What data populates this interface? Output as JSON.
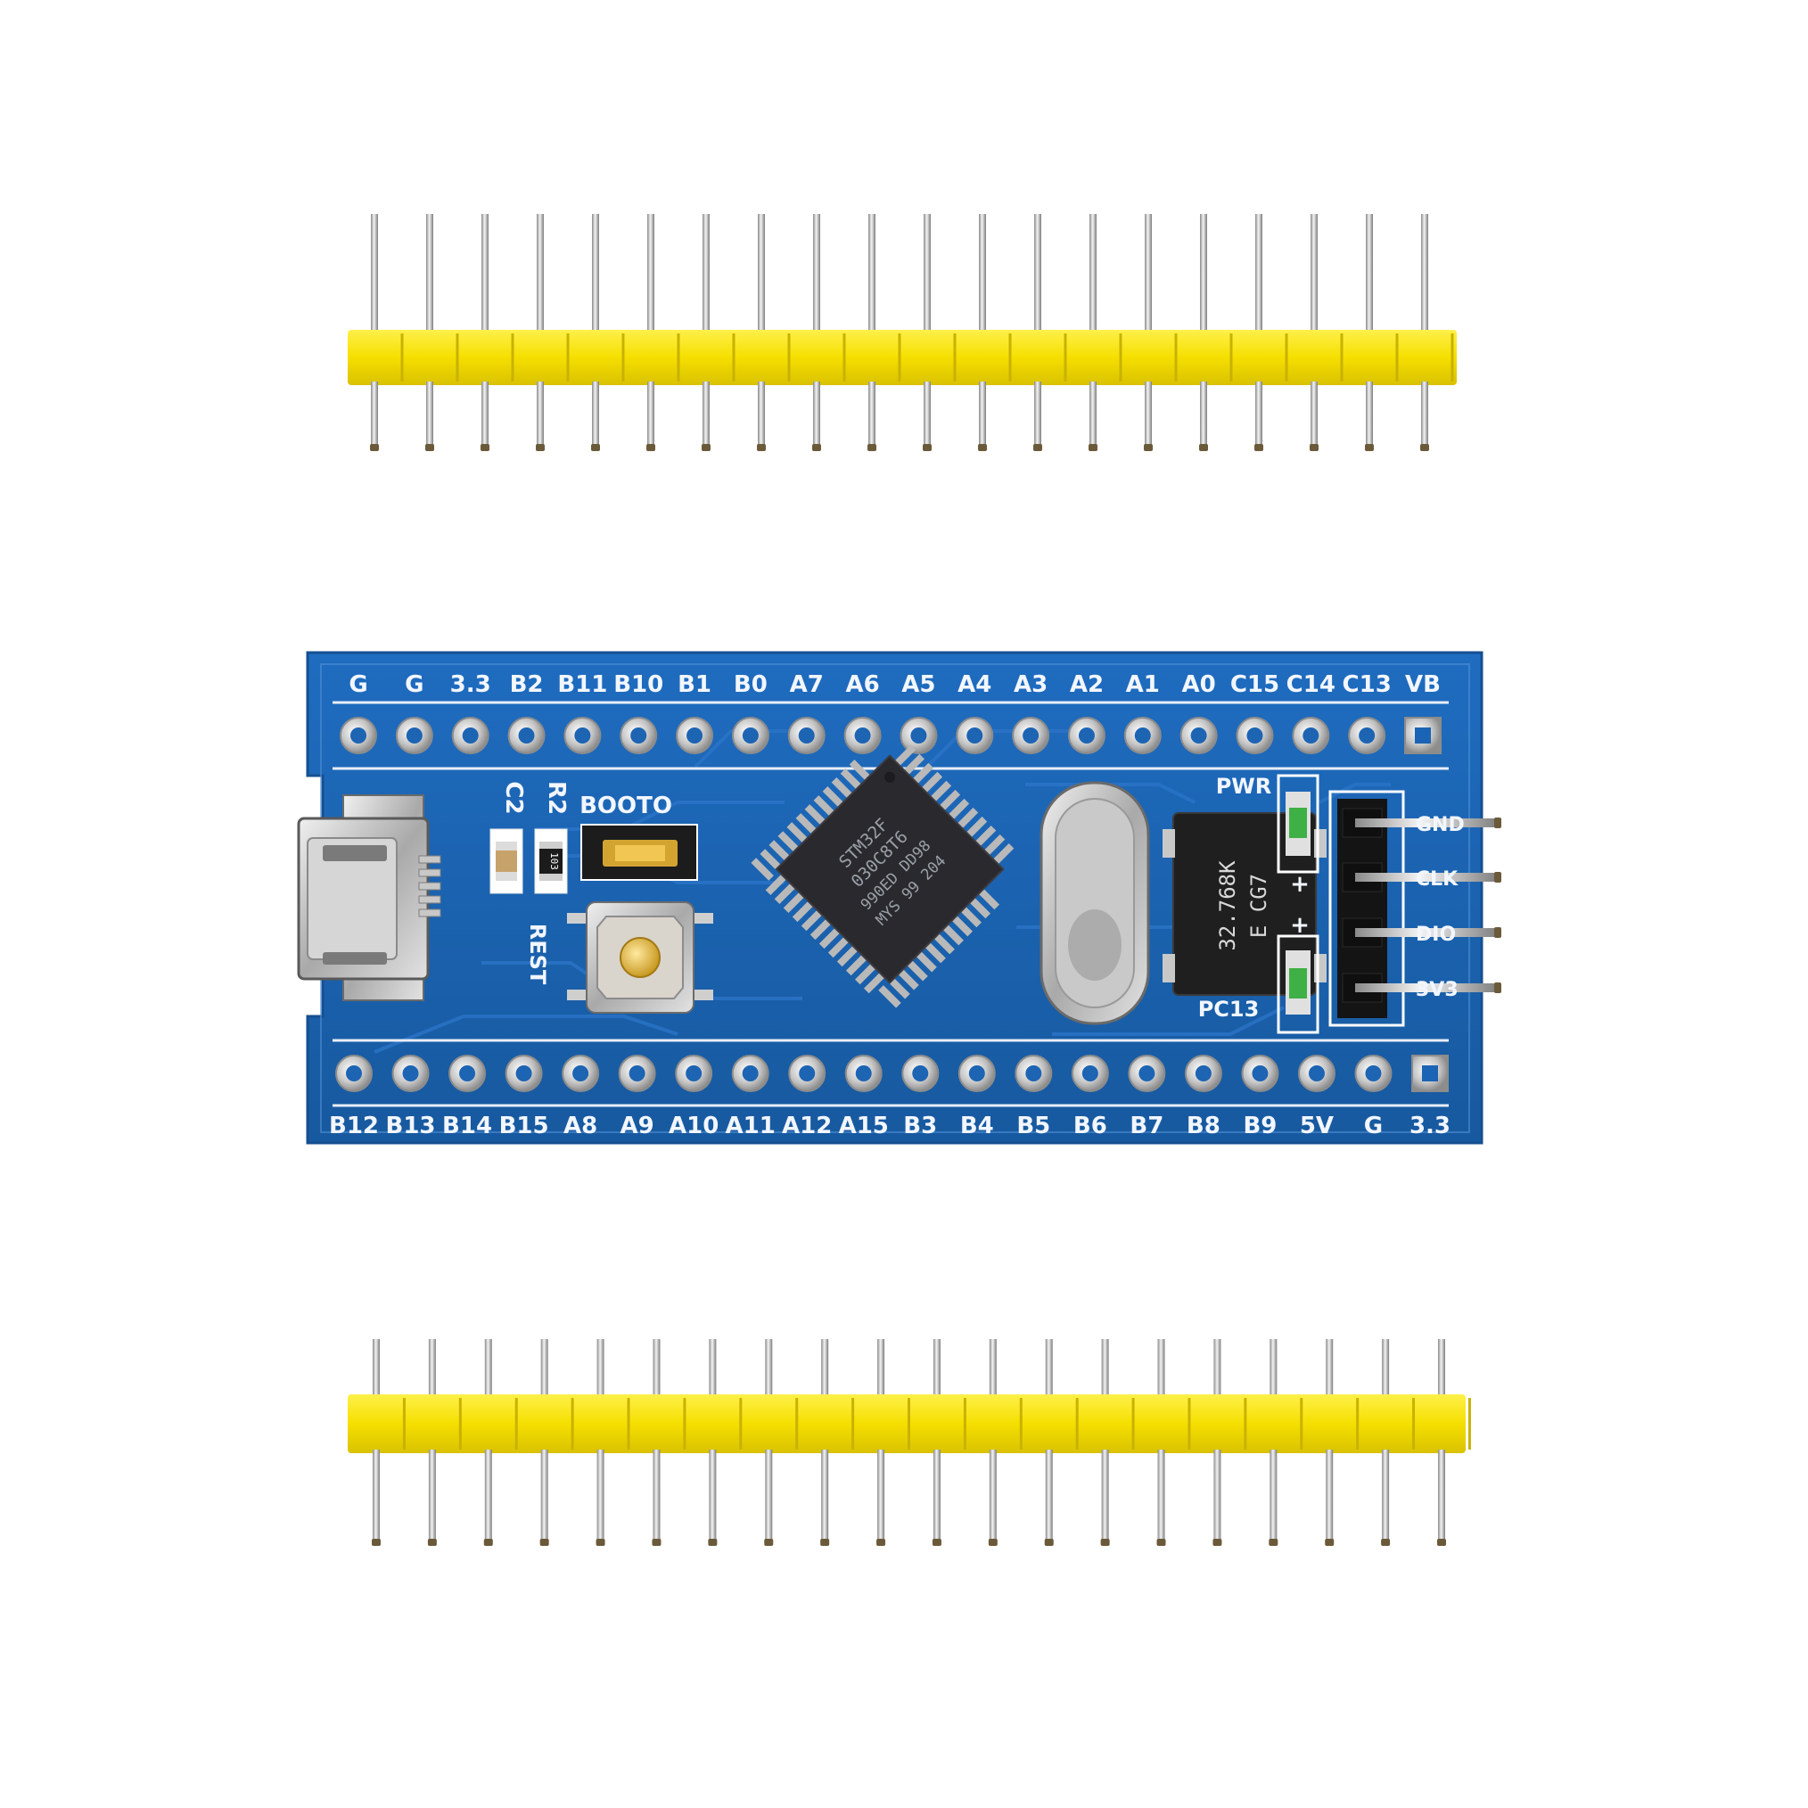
{
  "header_top": {
    "pin_count": 20,
    "color": "#f5e100"
  },
  "header_bottom": {
    "pin_count": 20,
    "color": "#f7e300"
  },
  "board": {
    "color": "#1b63b4",
    "top_pin_labels": [
      "G",
      "G",
      "3.3",
      "B2",
      "B11",
      "B10",
      "B1",
      "B0",
      "A7",
      "A6",
      "A5",
      "A4",
      "A3",
      "A2",
      "A1",
      "A0",
      "C15",
      "C14",
      "C13",
      "VB"
    ],
    "bottom_pin_labels": [
      "B12",
      "B13",
      "B14",
      "B15",
      "A8",
      "A9",
      "A10",
      "A11",
      "A12",
      "A15",
      "B3",
      "B4",
      "B5",
      "B6",
      "B7",
      "B8",
      "B9",
      "5V",
      "G",
      "3.3"
    ],
    "side_labels": [
      "C2",
      "R2"
    ],
    "boot_label": "BOOTO",
    "reset_label": "REST",
    "resistor_code": "103",
    "power_led_label": "PWR",
    "user_led_label": "PC13",
    "crystal_text": [
      "32.768K",
      "E  CG7"
    ],
    "chip_text": [
      "STM32F",
      "030C8T6",
      "990ED DD98",
      "MYS 99 204"
    ],
    "plus_marks": [
      "+",
      "+"
    ],
    "debug_pin_labels": [
      "GND",
      "CLK",
      "DIO",
      "3V3"
    ]
  }
}
